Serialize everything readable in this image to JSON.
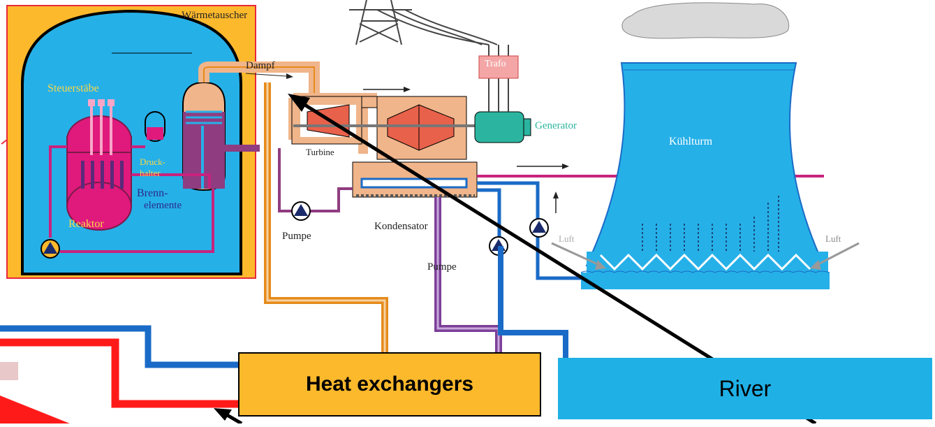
{
  "labels": {
    "waermetauscher": "Wärmetauscher",
    "dampf": "Dampf",
    "steuerstaebe": "Steuerstäbe",
    "druckhalter_1": "Druck-",
    "druckhalter_2": "halter",
    "brennelemente_1": "Brenn-",
    "brennelemente_2": "elemente",
    "reaktor": "Reaktor",
    "turbine": "Turbine",
    "trafo": "Trafo",
    "generator": "Generator",
    "kuehlturm": "Kühlturm",
    "pumpe_1": "Pumpe",
    "kondensator": "Kondensator",
    "pumpe_2": "Pumpe",
    "luft_left": "Luft",
    "luft_right": "Luft"
  },
  "boxes": {
    "heat_exchangers": "Heat exchangers",
    "river": "River"
  },
  "colors": {
    "containment_bg": "#fdb92c",
    "reactor_water": "#26b0e8",
    "reactor_vessel": "#e0197c",
    "steam_pipe": "#e58b1b",
    "condenser_pipe": "#7b3f98",
    "river_pipe": "#1a6bc7",
    "red_pipe": "#ff1a1a",
    "cooling_tower": "#26b0e8",
    "generator": "#2bb5a0"
  }
}
